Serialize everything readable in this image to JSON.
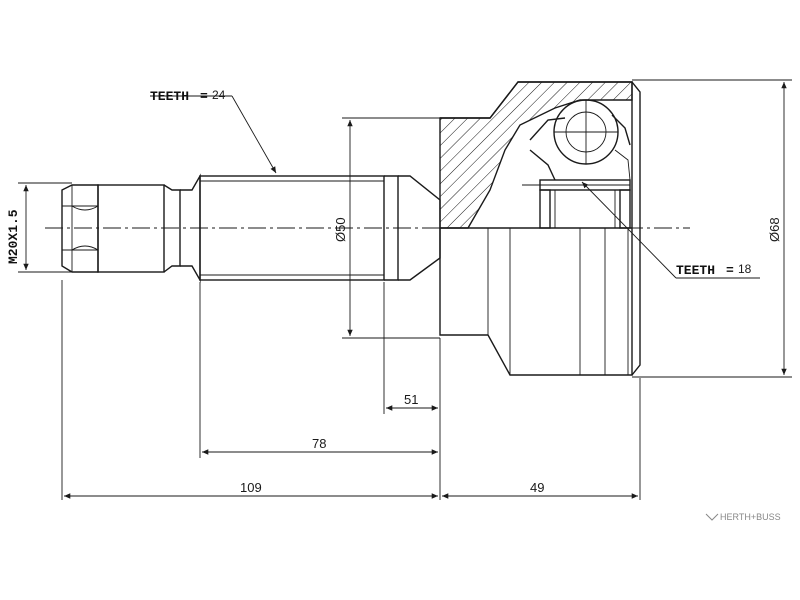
{
  "labels": {
    "teeth_shaft_prefix": "TEETH",
    "teeth_shaft_value": "24",
    "teeth_inner_prefix": "TEETH",
    "teeth_inner_value": "18",
    "thread": "M20X1.5",
    "diameter_50": "Ø50",
    "diameter_68": "Ø68"
  },
  "dimensions": {
    "d51": "51",
    "d78": "78",
    "d109": "109",
    "d49": "49"
  },
  "brand": "HERTH+BUSS",
  "colors": {
    "line": "#1a1a1a",
    "background": "#ffffff",
    "brand": "#888888"
  }
}
